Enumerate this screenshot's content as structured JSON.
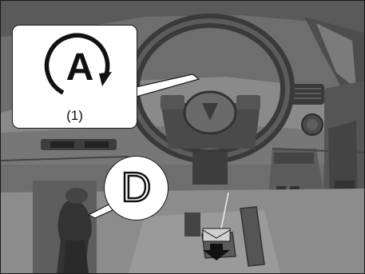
{
  "callout": {
    "icon": "auto-start-stop-icon",
    "icon_letter": "A",
    "label": "(1)"
  },
  "gear_indicator": {
    "letter": "D"
  },
  "press_arrow": {
    "icon": "down-arrow-icon"
  }
}
